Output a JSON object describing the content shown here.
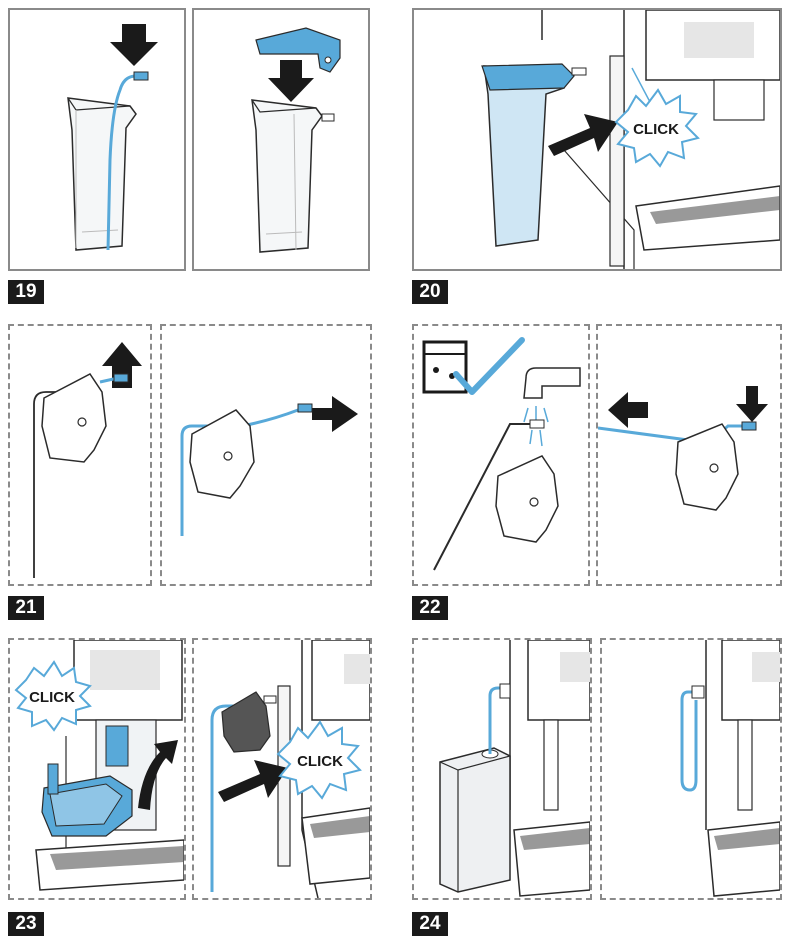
{
  "steps": [
    {
      "number": "19"
    },
    {
      "number": "20"
    },
    {
      "number": "21"
    },
    {
      "number": "22"
    },
    {
      "number": "23"
    },
    {
      "number": "24"
    }
  ],
  "click_label": "CLICK",
  "colors": {
    "accent": "#58a9d9",
    "accent_light": "#cfe6f4",
    "line": "#2b2b2b",
    "frame": "#8a8a8a"
  }
}
